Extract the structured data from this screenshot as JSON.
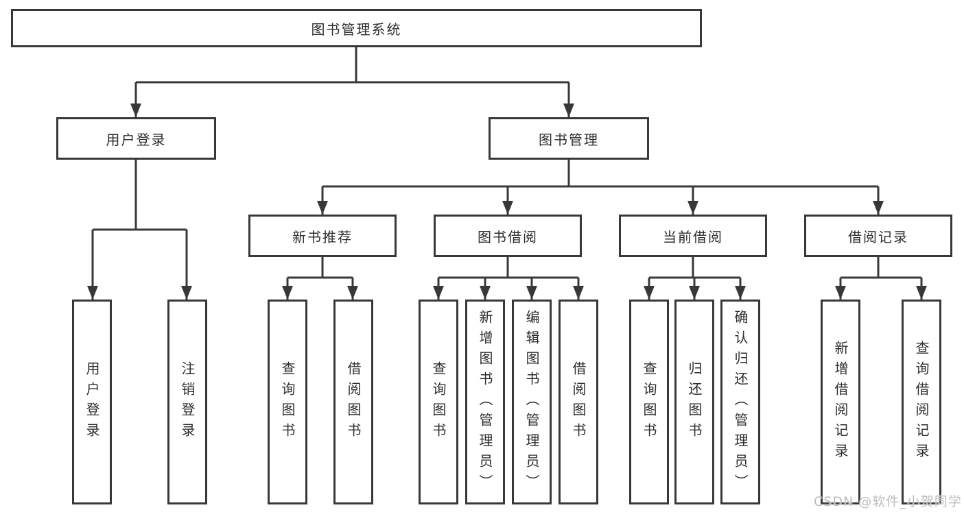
{
  "diagram": {
    "root": {
      "label": "图书管理系统"
    },
    "level2": [
      {
        "label": "用户登录"
      },
      {
        "label": "图书管理"
      }
    ],
    "level3": [
      {
        "label": "新书推荐"
      },
      {
        "label": "图书借阅"
      },
      {
        "label": "当前借阅"
      },
      {
        "label": "借阅记录"
      }
    ],
    "leaves": [
      {
        "label": "用户登录"
      },
      {
        "label": "注销登录"
      },
      {
        "label": "查询图书"
      },
      {
        "label": "借阅图书"
      },
      {
        "label": "查询图书"
      },
      {
        "label": "新增图书（管理员）"
      },
      {
        "label": "编辑图书（管理员）"
      },
      {
        "label": "借阅图书"
      },
      {
        "label": "查询图书"
      },
      {
        "label": "归还图书"
      },
      {
        "label": "确认归还（管理员）"
      },
      {
        "label": "新增借阅记录"
      },
      {
        "label": "查询借阅记录"
      }
    ]
  },
  "watermark": {
    "text": "CSDN @软件_小贺同学"
  },
  "colors": {
    "line": "#383838",
    "box_border": "#383838",
    "text": "#2e2e2e",
    "watermark": "#bdbdbd",
    "background": "#ffffff"
  }
}
